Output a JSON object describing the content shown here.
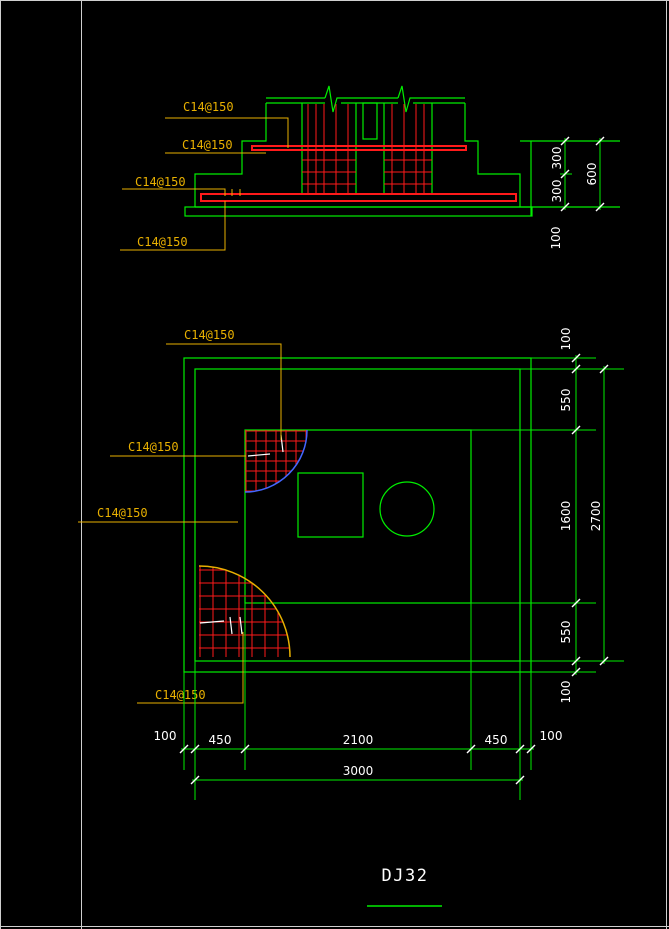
{
  "colors": {
    "background": "#000000",
    "outline": "#00ee00",
    "rebar": "#ff1a1a",
    "leader": "#e8b000",
    "dimension": "#ffffff",
    "arc_upper": "#4466ff",
    "arc_lower": "#e8b000",
    "frame": "#cfcfcf"
  },
  "section": {
    "rebar_labels": [
      "C14@150",
      "C14@150",
      "C14@150",
      "C14@150"
    ],
    "dims": {
      "upper_step": "300",
      "lower_step": "300",
      "total_height": "600",
      "cushion": "100"
    }
  },
  "plan": {
    "rebar_labels": [
      "C14@150",
      "C14@150",
      "C14@150",
      "C14@150"
    ],
    "dims_right": {
      "top_cushion": "100",
      "top_step": "550",
      "middle": "1600",
      "bottom_step": "550",
      "bottom_cushion": "100",
      "total": "2700"
    },
    "dims_bottom": {
      "left_cushion": "100",
      "left_step": "450",
      "middle": "2100",
      "right_step": "450",
      "right_cushion": "100",
      "total": "3000"
    }
  },
  "title": "DJ32"
}
